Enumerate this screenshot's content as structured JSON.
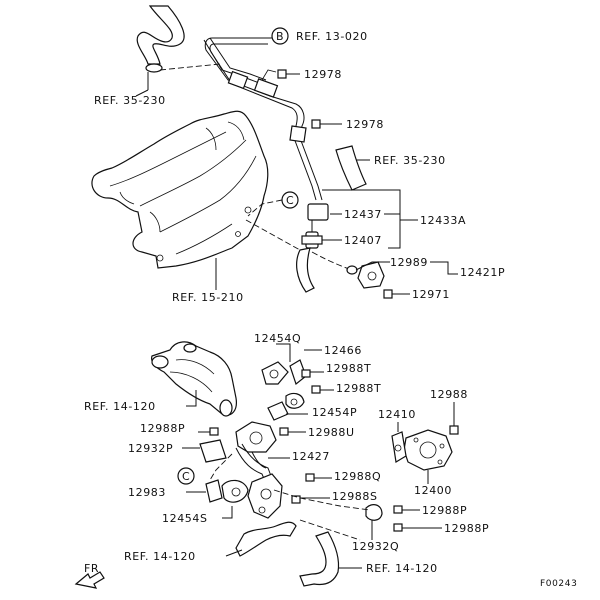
{
  "callouts": {
    "b_letter": "B",
    "c_letter_top": "C",
    "c_letter_bottom": "C"
  },
  "labels": {
    "ref_13_020": "REF. 13-020",
    "p12978a": "12978",
    "ref_35_230_left": "REF. 35-230",
    "p12978b": "12978",
    "ref_35_230_right": "REF. 35-230",
    "p12437": "12437",
    "p12433a": "12433A",
    "p12407": "12407",
    "p12989": "12989",
    "p12421p": "12421P",
    "p12971": "12971",
    "ref_15_210": "REF. 15-210",
    "p12454q": "12454Q",
    "p12466": "12466",
    "p12988t_a": "12988T",
    "p12988t_b": "12988T",
    "ref_14_120_a": "REF. 14-120",
    "p12988": "12988",
    "p12454p": "12454P",
    "p12410": "12410",
    "p12988p_a": "12988P",
    "p12988u": "12988U",
    "p12932p_a": "12932P",
    "p12427": "12427",
    "p12400": "12400",
    "p12988q": "12988Q",
    "p12983": "12983",
    "p12988s": "12988S",
    "p12988p_b": "12988P",
    "p12454s": "12454S",
    "p12988p_c": "12988P",
    "p12932q": "12932Q",
    "ref_14_120_b": "REF. 14-120",
    "ref_14_120_c": "REF. 14-120",
    "fr": "FR",
    "fig_code": "F00243"
  }
}
